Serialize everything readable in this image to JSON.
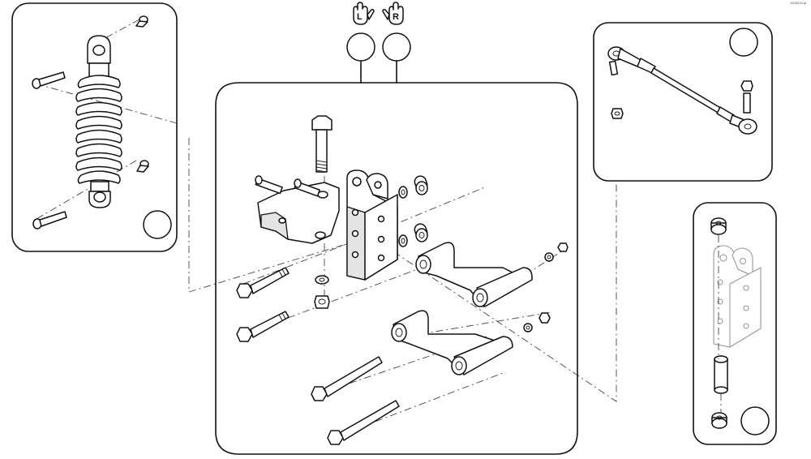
{
  "document": {
    "reference_code": "1525223.ai"
  },
  "side_indicators": {
    "left": {
      "letter": "L",
      "icon": "left-hand-icon"
    },
    "right": {
      "letter": "R",
      "icon": "right-hand-icon"
    }
  },
  "panels": [
    {
      "name": "shock-absorber-panel",
      "callout_bubbles": 1
    },
    {
      "name": "main-suspension-panel",
      "callout_bubbles": 0
    },
    {
      "name": "tie-rod-panel",
      "callout_bubbles": 1
    },
    {
      "name": "bracket-spacer-panel",
      "callout_bubbles": 1
    }
  ],
  "top_callout_bubbles": 2
}
